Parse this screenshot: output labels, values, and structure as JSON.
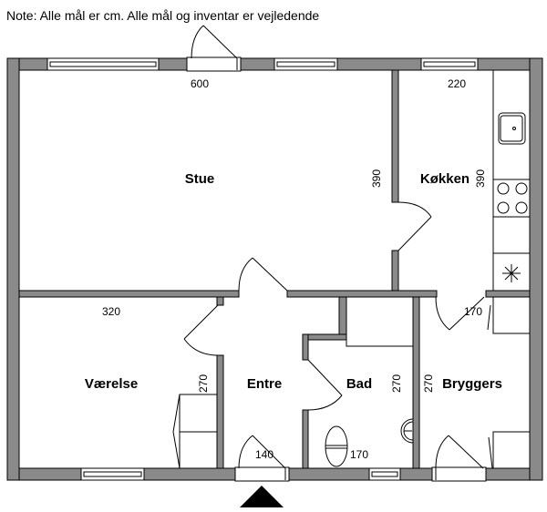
{
  "note": "Note: Alle mål er cm. Alle mål og inventar er vejledende",
  "rooms": {
    "stue": {
      "label": "Stue",
      "width": "600",
      "depth": "390"
    },
    "kokken": {
      "label": "Køkken",
      "width": "220",
      "depth": "390"
    },
    "vaerelse": {
      "label": "Værelse",
      "width": "320",
      "depth": "270"
    },
    "entre": {
      "label": "Entre",
      "width": "140"
    },
    "bad": {
      "label": "Bad",
      "width": "170",
      "depth": "270"
    },
    "bryggers": {
      "label": "Bryggers",
      "width": "170",
      "depth": "270"
    }
  }
}
